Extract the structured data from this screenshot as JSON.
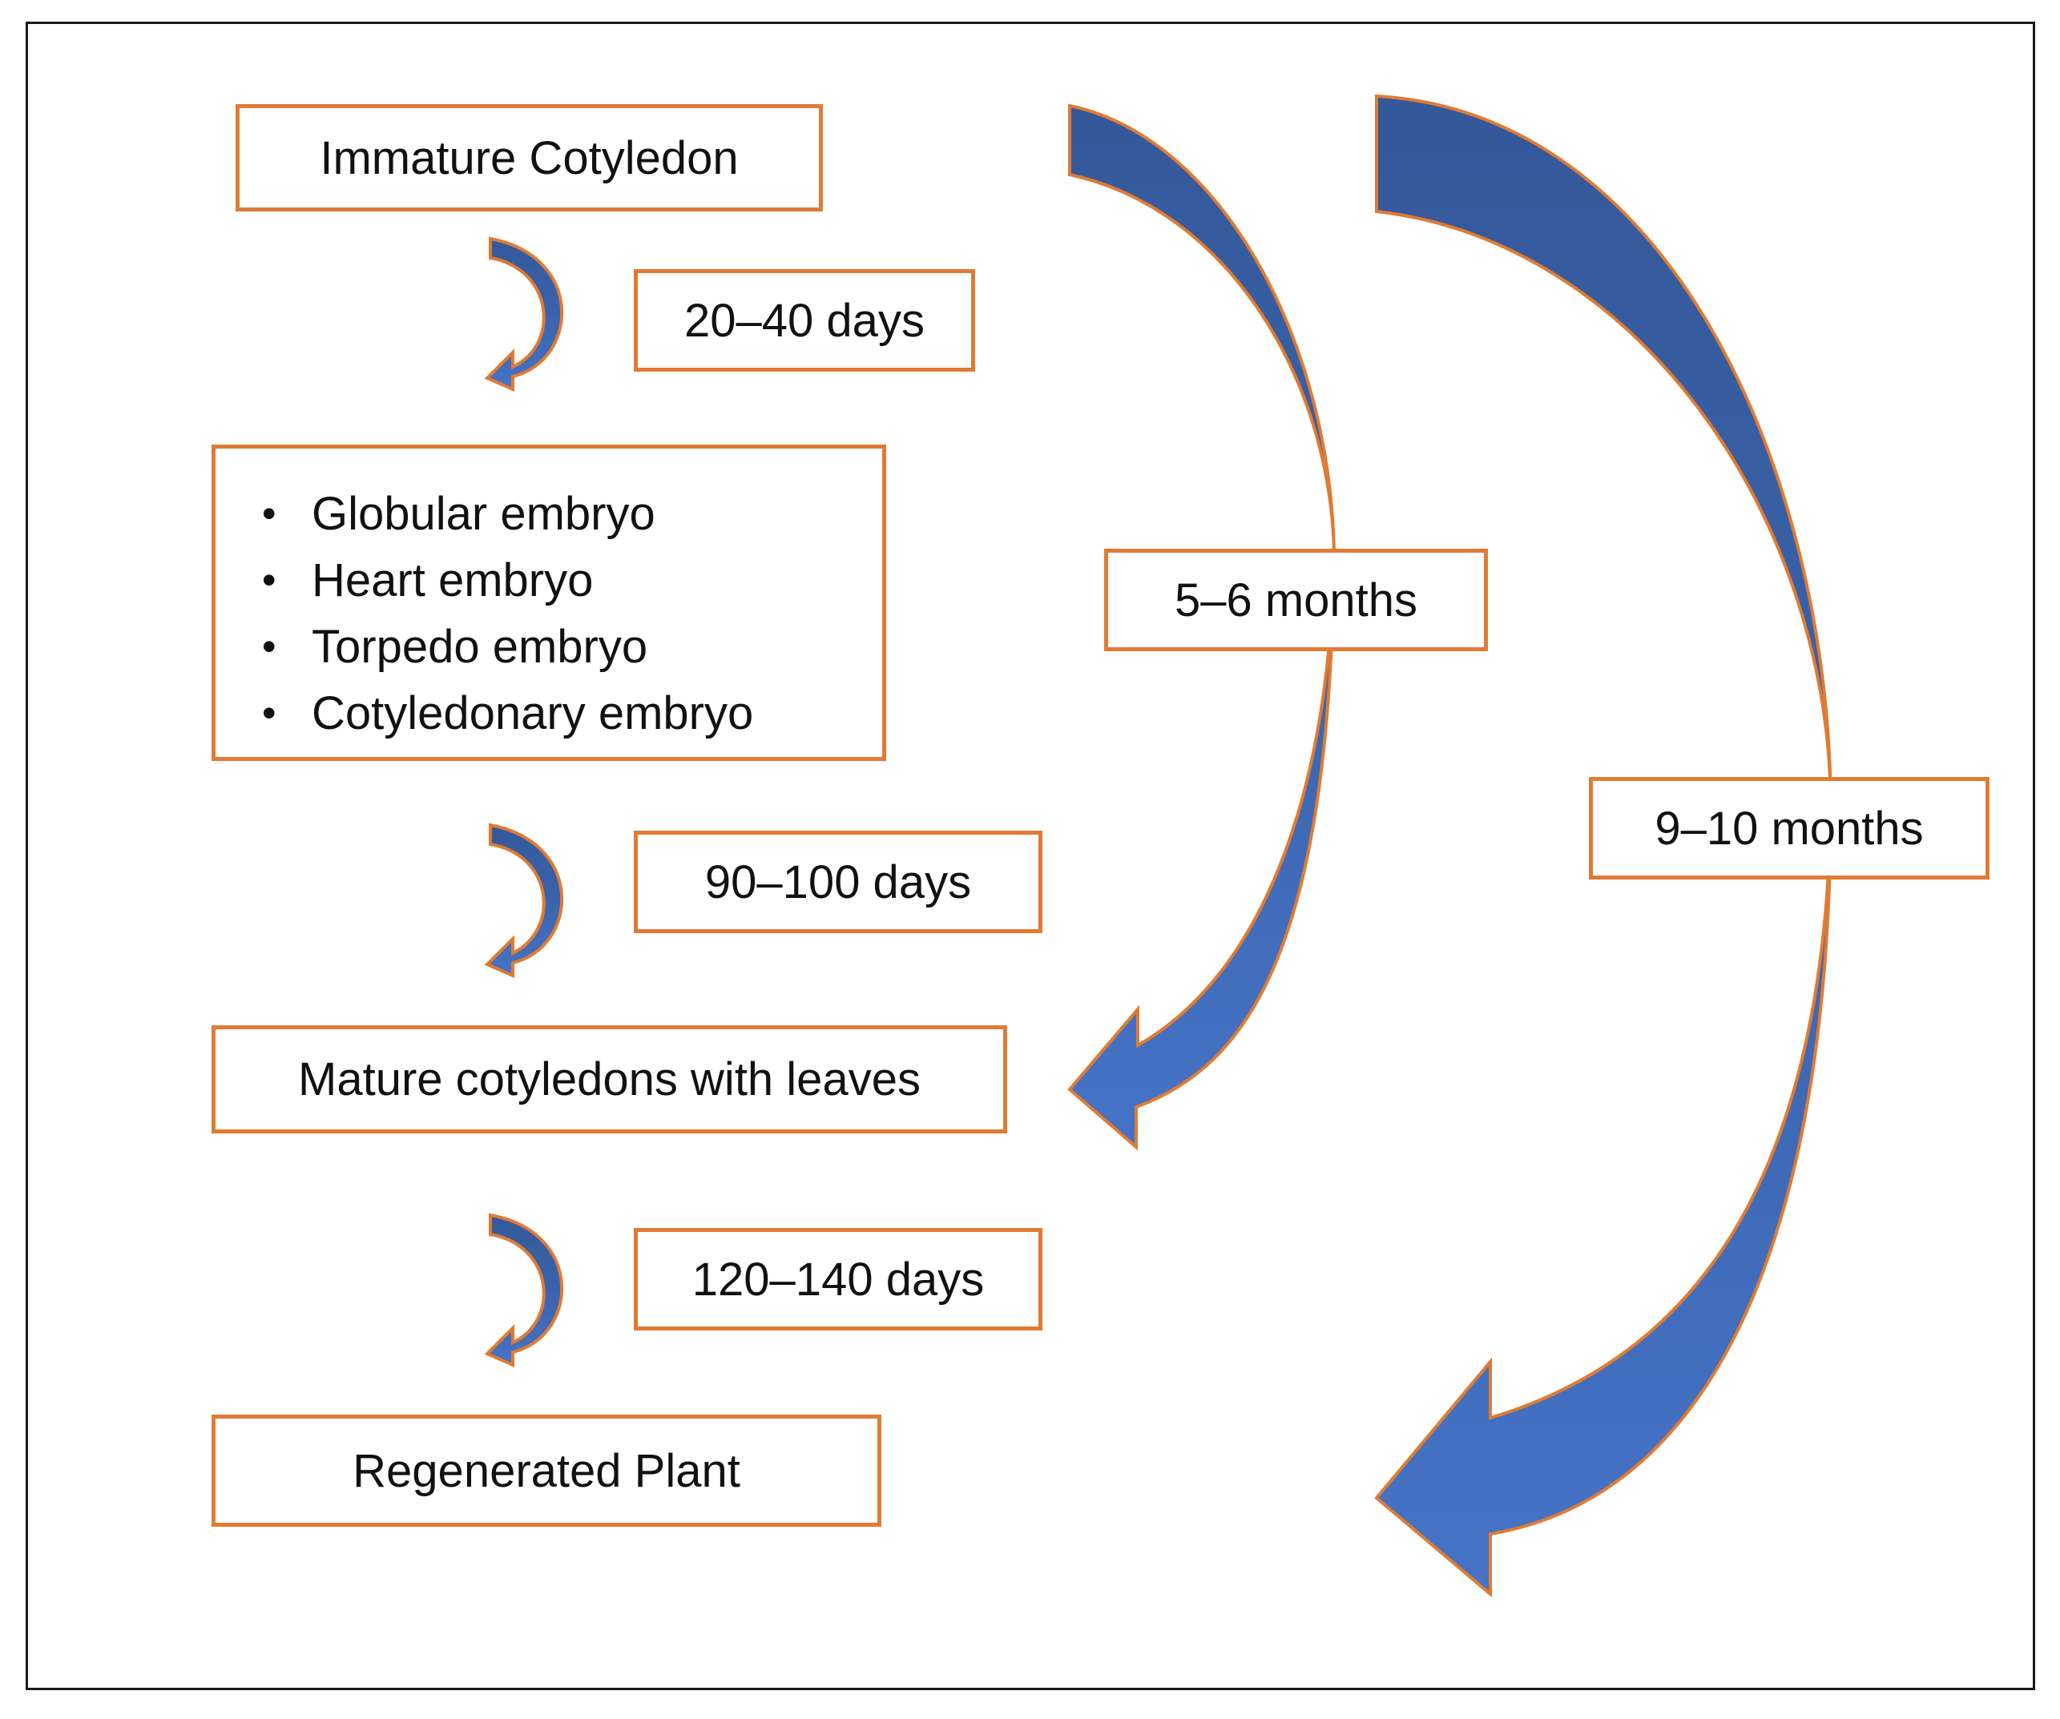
{
  "diagram": {
    "stages": [
      {
        "id": "immature",
        "label": "Immature Cotyledon"
      },
      {
        "id": "embryo-stages",
        "items": [
          "Globular embryo",
          "Heart embryo",
          "Torpedo embryo",
          "Cotyledonary embryo"
        ]
      },
      {
        "id": "mature",
        "label": "Mature cotyledons with leaves"
      },
      {
        "id": "regenerated",
        "label": "Regenerated Plant"
      }
    ],
    "durations": {
      "step1": "20–40 days",
      "step2": "90–100 days",
      "step3": "120–140 days",
      "span_to_mature": "5–6 months",
      "span_to_regenerated": "9–10 months"
    },
    "colors": {
      "box_border": "#e07b33",
      "arrow_fill_dark": "#355c9c",
      "arrow_fill_light": "#4472c4",
      "arrow_outline": "#e07b33",
      "frame": "#1a1a1a"
    }
  }
}
